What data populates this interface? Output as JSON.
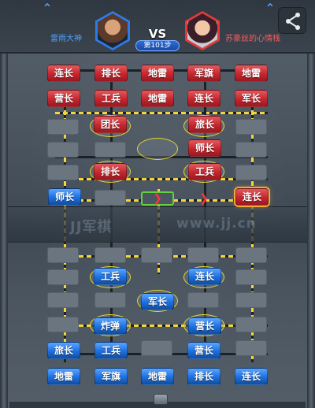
{
  "header": {
    "left_player": "雷雨大神",
    "right_player": "苏豪丝的心情栈",
    "vs": "VS",
    "step_badge": "第101步"
  },
  "watermark": {
    "left": "JJ军棋",
    "right": "www.jj.cn"
  },
  "icons": {
    "share": "share-icon",
    "up_left": "up-arrow-icon",
    "up_right": "up-arrow-icon",
    "move_arrow_1": "red-right-chevron-icon",
    "move_arrow_2": "red-right-chevron-icon"
  },
  "pieces": {
    "red_row1": [
      "连长",
      "排长",
      "地雷",
      "军旗",
      "地雷"
    ],
    "red_row2": [
      "营长",
      "工兵",
      "地雷",
      "连长",
      "军长"
    ],
    "red_row3": [
      "团长",
      "旅长"
    ],
    "red_row4": [
      "师长"
    ],
    "red_row5": [
      "排长",
      "工兵"
    ],
    "blue_frontline_left": "师长",
    "orange_frontline_right": "连长",
    "blue_row7": [
      "工兵",
      "连长"
    ],
    "blue_row8": [
      "军长"
    ],
    "blue_row9": [
      "炸弹",
      "营长"
    ],
    "blue_row10": [
      "旅长",
      "工兵",
      "营长"
    ],
    "blue_row11": [
      "地雷",
      "军旗",
      "地雷",
      "排长",
      "连长"
    ]
  },
  "colors": {
    "red_piece": "#c5262e",
    "blue_piece": "#1d6fde",
    "highlight_orange": "#f2a93b",
    "move_green": "#63d13b",
    "move_red": "#ff3434",
    "rail_yellow": "#f5d53a"
  }
}
